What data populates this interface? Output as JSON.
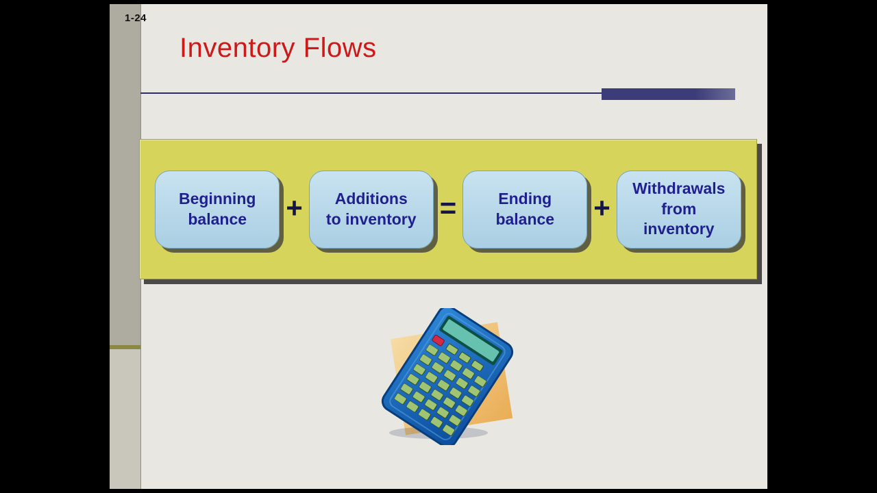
{
  "slide": {
    "page_number": "1-24",
    "title": "Inventory Flows"
  },
  "formula": {
    "boxes": [
      {
        "label": "Beginning\nbalance"
      },
      {
        "label": "Additions\nto inventory"
      },
      {
        "label": "Ending\nbalance"
      },
      {
        "label": "Withdrawals\nfrom\ninventory"
      }
    ],
    "operators": [
      "+",
      "=",
      "+"
    ]
  },
  "illustration": {
    "name": "calculator-on-paper"
  },
  "colors": {
    "title_red": "#cc1a1a",
    "panel_yellow": "#d7d45c",
    "box_blue": "#b2d6e8",
    "text_navy": "#1f1f8f",
    "accent_bar": "#3c3c78",
    "calculator_blue": "#1a64b4",
    "paper_orange": "#edb45f"
  }
}
